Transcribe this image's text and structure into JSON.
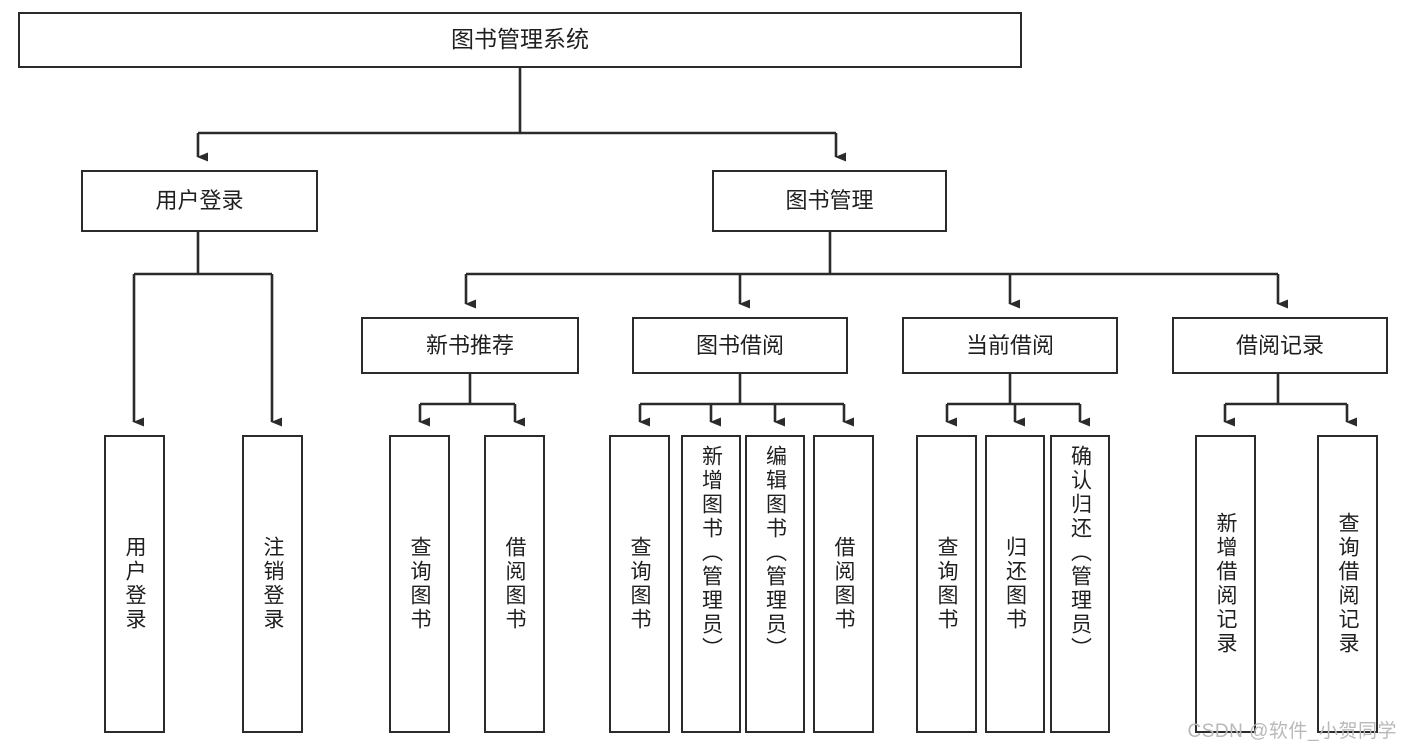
{
  "diagram": {
    "type": "tree",
    "title": "图书管理系统",
    "colors": {
      "background": "#ffffff",
      "box_border": "#2b2b2b",
      "connector": "#2b2b2b",
      "text": "#1f1f1f",
      "watermark": "#b9b9b9"
    },
    "nodes": {
      "root": {
        "label": "图书管理系统"
      },
      "level2": [
        {
          "id": "user-login",
          "label": "用户登录"
        },
        {
          "id": "book-manage",
          "label": "图书管理"
        }
      ],
      "level3": [
        {
          "id": "new-book-recommend",
          "label": "新书推荐"
        },
        {
          "id": "book-borrow",
          "label": "图书借阅"
        },
        {
          "id": "current-borrow",
          "label": "当前借阅"
        },
        {
          "id": "borrow-record",
          "label": "借阅记录"
        }
      ],
      "leaves": [
        {
          "id": "leaf-user-login",
          "label": "用户登录",
          "parent": "user-login"
        },
        {
          "id": "leaf-user-logout",
          "label": "注销登录",
          "parent": "user-login"
        },
        {
          "id": "leaf-query-book-1",
          "label": "查询图书",
          "parent": "new-book-recommend"
        },
        {
          "id": "leaf-borrow-book-1",
          "label": "借阅图书",
          "parent": "new-book-recommend"
        },
        {
          "id": "leaf-query-book-2",
          "label": "查询图书",
          "parent": "book-borrow"
        },
        {
          "id": "leaf-add-book",
          "label": "新增图书（管理员）",
          "parent": "book-borrow"
        },
        {
          "id": "leaf-edit-book",
          "label": "编辑图书（管理员）",
          "parent": "book-borrow"
        },
        {
          "id": "leaf-borrow-book-2",
          "label": "借阅图书",
          "parent": "book-borrow"
        },
        {
          "id": "leaf-query-book-3",
          "label": "查询图书",
          "parent": "current-borrow"
        },
        {
          "id": "leaf-return-book",
          "label": "归还图书",
          "parent": "current-borrow"
        },
        {
          "id": "leaf-confirm-return",
          "label": "确认归还（管理员）",
          "parent": "current-borrow"
        },
        {
          "id": "leaf-add-record",
          "label": "新增借阅记录",
          "parent": "borrow-record"
        },
        {
          "id": "leaf-query-record",
          "label": "查询借阅记录",
          "parent": "borrow-record"
        }
      ]
    },
    "watermark": "CSDN @软件_小贺同学"
  }
}
